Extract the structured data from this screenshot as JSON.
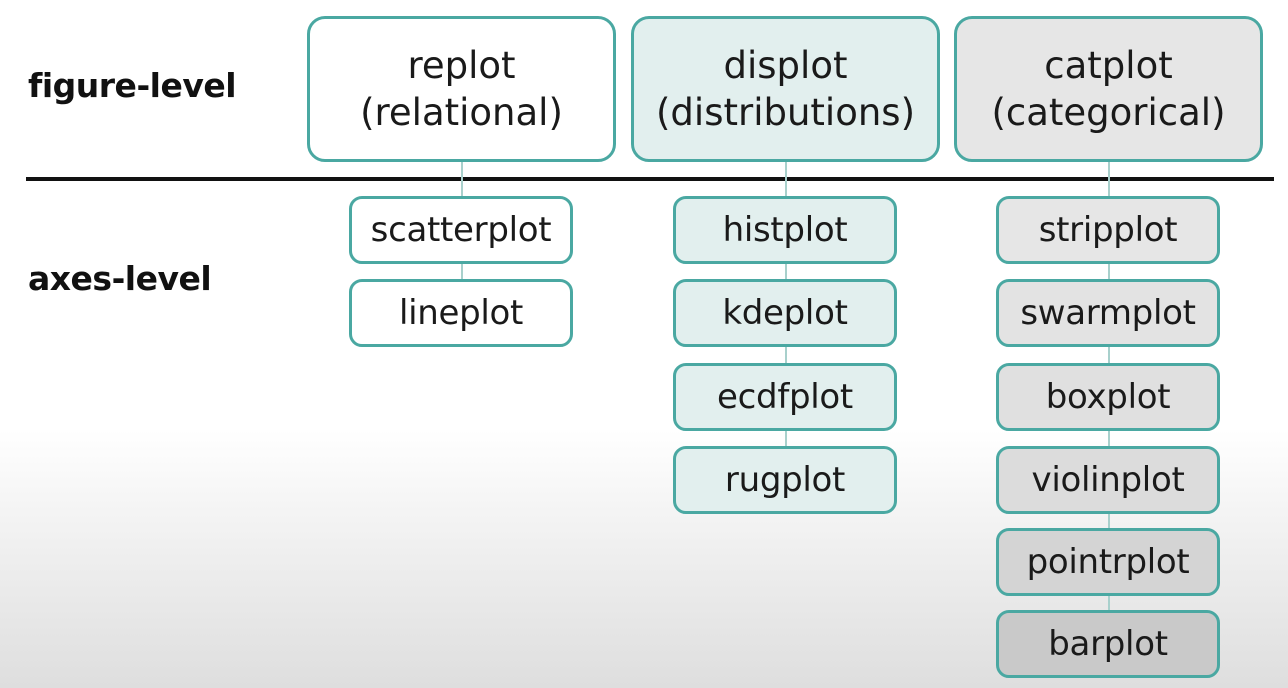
{
  "row_labels": {
    "figure_level": "figure-level",
    "axes_level": "axes-level"
  },
  "columns": [
    {
      "figure_function": "replot",
      "figure_subtitle": "(relational)",
      "fill_color": "#ffffff",
      "axes_functions": [
        "scatterplot",
        "lineplot"
      ]
    },
    {
      "figure_function": "displot",
      "figure_subtitle": "(distributions)",
      "fill_color": "#e2efee",
      "axes_functions": [
        "histplot",
        "kdeplot",
        "ecdfplot",
        "rugplot"
      ]
    },
    {
      "figure_function": "catplot",
      "figure_subtitle": "(categorical)",
      "fill_color": "#e6e6e6",
      "axes_functions": [
        "stripplot",
        "swarmplot",
        "boxplot",
        "violinplot",
        "pointrplot",
        "barplot"
      ]
    }
  ],
  "colors": {
    "border_teal": "#4aa8a2",
    "connector": "#a8d0cc",
    "divider": "#111111"
  }
}
